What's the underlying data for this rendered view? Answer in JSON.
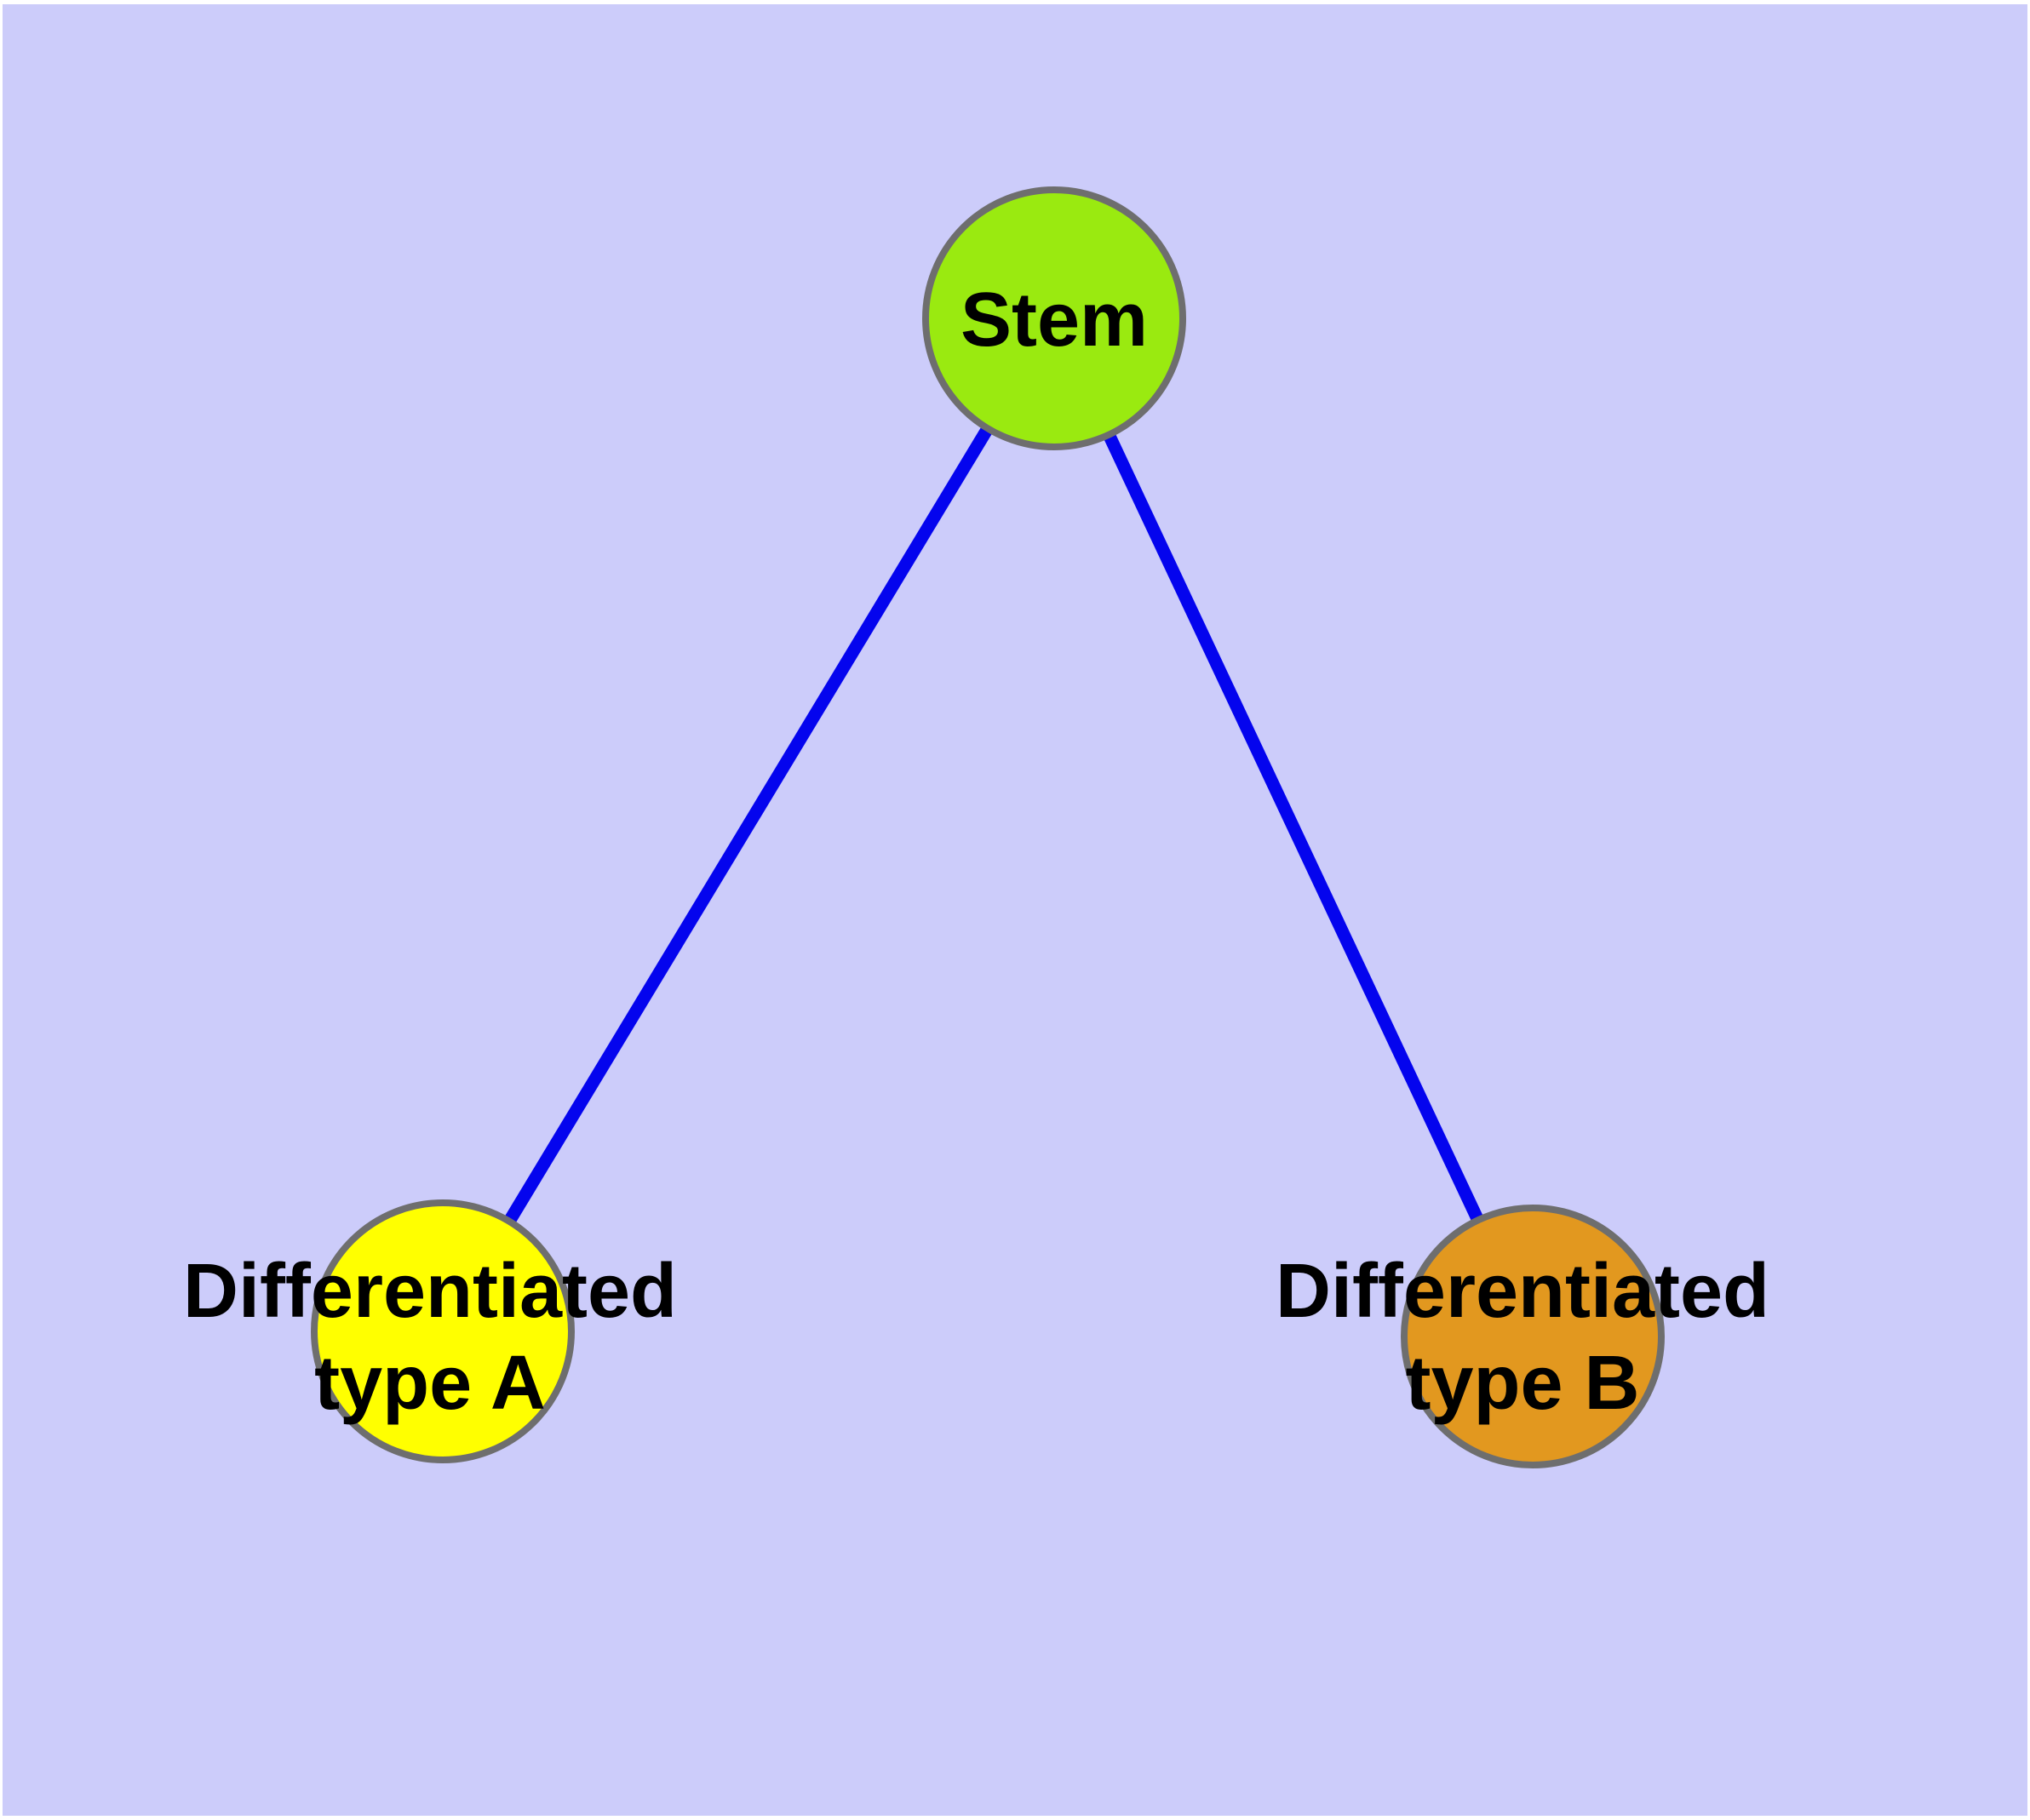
{
  "canvas": {
    "background_color": "#CCCCFA",
    "page_margin_color": "#FFFFFF"
  },
  "graph": {
    "node_border_color": "#6E6E6E",
    "label_color": "#000000",
    "nodes": [
      {
        "id": "stem",
        "label": "Stem",
        "label_lines": [
          "Stem"
        ],
        "fill": "#9AEA10"
      },
      {
        "id": "differentiated-type-a",
        "label": "Differentiated type A",
        "label_lines": [
          "Differentiated",
          "type A"
        ],
        "fill": "#FFFF00"
      },
      {
        "id": "differentiated-type-b",
        "label": "Differentiated type B",
        "label_lines": [
          "Differentiated",
          "type B"
        ],
        "fill": "#E2981F"
      }
    ],
    "edges": [
      {
        "from": "stem",
        "to": "differentiated-type-a",
        "color": "#0404EE"
      },
      {
        "from": "stem",
        "to": "differentiated-type-b",
        "color": "#0404EE"
      }
    ]
  }
}
